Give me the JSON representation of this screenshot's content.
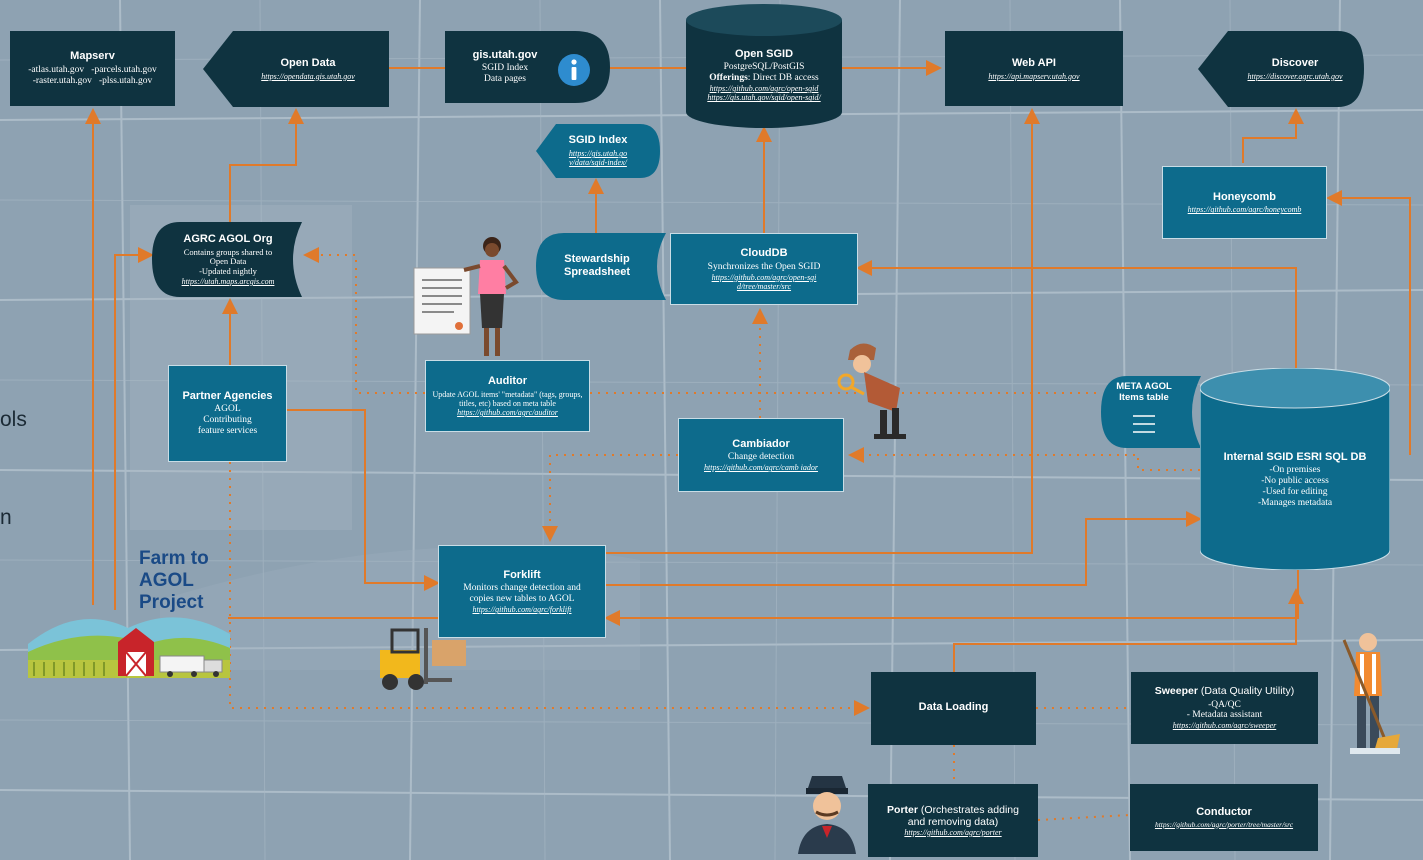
{
  "mapserv": {
    "title": "Mapserv",
    "l1": "-atlas.utah.gov   -parcels.utah.gov",
    "l2": "-raster.utah.gov   -plss.utah.gov"
  },
  "open_data": {
    "title": "Open Data",
    "url": "https://opendata.gis.utah.gov"
  },
  "gis_utah": {
    "title": "gis.utah.gov",
    "l1": "SGID Index",
    "l2": "Data pages"
  },
  "open_sgid": {
    "title": "Open SGID",
    "l1": "PostgreSQL/PostGIS",
    "l2_bold": "Offerings",
    "l2": ": Direct DB access",
    "u1": "https://github.com/agrc/open-sgid",
    "u2": "https://gis.utah.gov/sgid/open-sgid/"
  },
  "web_api": {
    "title": "Web API",
    "url": "https://api.mapserv.utah.gov"
  },
  "discover": {
    "title": "Discover",
    "url": "https://discover.agrc.utah.gov"
  },
  "sgid_index": {
    "title": "SGID Index",
    "url": "https://gis.utah.go v/data/sgid-index/"
  },
  "honeycomb": {
    "title": "Honeycomb",
    "url": "https://github.com/agrc/honeycomb"
  },
  "agrc_agol": {
    "title": "AGRC AGOL Org",
    "l1": "Contains groups shared to",
    "l2": "Open Data",
    "l3": "-Updated nightly",
    "url": "https://utah.maps.arcgis.com"
  },
  "stewardship": {
    "title": "Stewardship Spreadsheet"
  },
  "clouddb": {
    "title": "CloudDB",
    "l1": "Synchronizes the Open SGID",
    "url": "https://github.com/agrc/open-sgi d/tree/master/src"
  },
  "partner": {
    "title": "Partner Agencies",
    "l1": "AGOL",
    "l2": "Contributing",
    "l3": "feature services"
  },
  "auditor": {
    "title": "Auditor",
    "l1": "Update AGOL items' \"metadata\" (tags, groups, titles, etc) based on meta table",
    "url": "https://github.com/agrc/auditor"
  },
  "meta_agol": {
    "title": "META AGOL Items table"
  },
  "internal_db": {
    "title": "Internal SGID ESRI SQL DB",
    "l1": "-On premises",
    "l2": "-No public access",
    "l3": "-Used for editing",
    "l4": "-Manages metadata"
  },
  "cambiador": {
    "title": "Cambiador",
    "l1": "Change detection",
    "url": "https://github.com/agrc/camb iador"
  },
  "forklift": {
    "title": "Forklift",
    "l1": "Monitors change detection and copies new tables to AGOL",
    "url": "https://github.com/agrc/forklift"
  },
  "farm": {
    "l1": "Farm to",
    "l2": "AGOL",
    "l3": "Project"
  },
  "cut_text": {
    "a": "ols",
    "b": "n"
  },
  "data_loading": {
    "title": "Data Loading"
  },
  "sweeper": {
    "title": "Sweeper",
    "title2": " (Data Quality Utility)",
    "l1": "-QA/QC",
    "l2": "- Metadata assistant",
    "url": "https://github.com/agrc/sweeper"
  },
  "porter": {
    "title": "Porter",
    "title2": " (Orchestrates adding and removing data)",
    "url": "https://github.com/agrc/porter"
  },
  "conductor": {
    "title": "Conductor",
    "url": "https://github.com/agrc/porter/tree/master/src"
  },
  "colors": {
    "dark": "#0f3340",
    "teal": "#0d6b8c",
    "line": "#e07a2a",
    "bg": "#8fa3b3"
  }
}
